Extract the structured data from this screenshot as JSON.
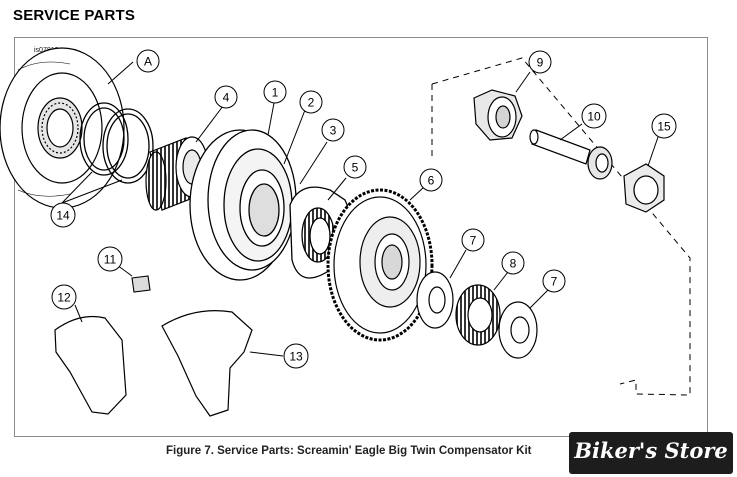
{
  "header": {
    "title": "SERVICE PARTS"
  },
  "figure": {
    "image_id_label": "is07813",
    "caption": "Figure 7. Service Parts: Screamin' Eagle Big Twin Compensator Kit",
    "callouts": {
      "A": "A",
      "c1": "1",
      "c2": "2",
      "c3": "3",
      "c4": "4",
      "c5": "5",
      "c6": "6",
      "c7a": "7",
      "c7b": "7",
      "c8": "8",
      "c9": "9",
      "c10": "10",
      "c11": "11",
      "c12": "12",
      "c13": "13",
      "c14": "14",
      "c15": "15"
    }
  },
  "watermark": {
    "text": "Biker's Store"
  },
  "colors": {
    "line": "#000000",
    "frame": "#8a8a8a",
    "logo_bg": "#1d1d1d",
    "logo_text": "#ffffff"
  }
}
